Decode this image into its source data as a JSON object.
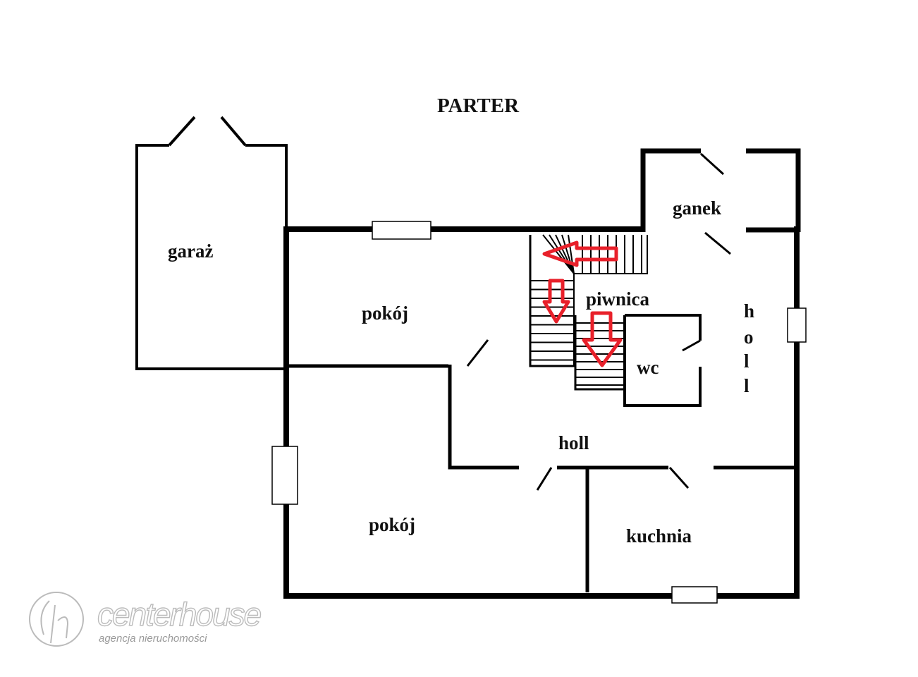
{
  "title": "PARTER",
  "rooms": {
    "garage": "garaż",
    "room_upper": "pokój",
    "room_lower": "pokój",
    "porch": "ganek",
    "basement": "piwnica",
    "wc": "wc",
    "hall_center": "holl",
    "hall_side_letters": [
      "h",
      "o",
      "l",
      "l"
    ],
    "kitchen": "kuchnia"
  },
  "logo": {
    "name": "centerhouse",
    "tagline": "agencja nieruchomości"
  },
  "colors": {
    "wall": "#000000",
    "arrow": "#e8202a",
    "logo": "#bbbbbb"
  }
}
